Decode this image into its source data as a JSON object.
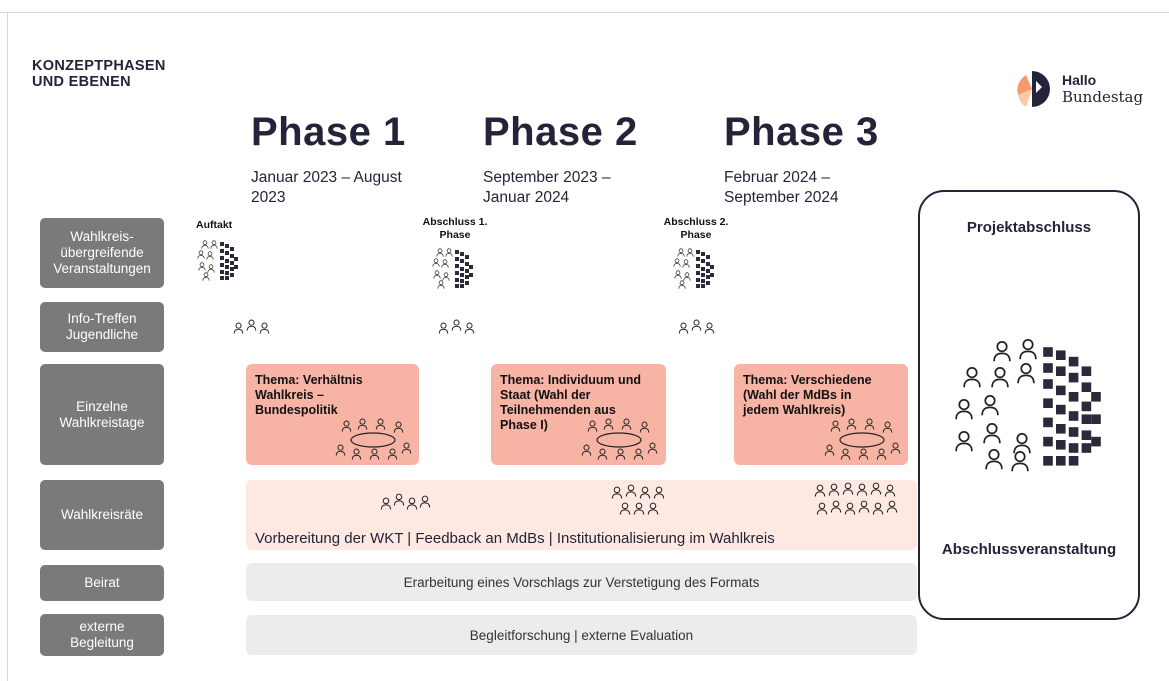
{
  "doc_title": "KONZEPTPHASEN\nUND EBENEN",
  "logo": {
    "line1": "Hallo",
    "line2": "Bundestag"
  },
  "phases": [
    {
      "title": "Phase 1",
      "dates": "Januar 2023 – August 2023"
    },
    {
      "title": "Phase 2",
      "dates": "September 2023 – Januar 2024"
    },
    {
      "title": "Phase 3",
      "dates": "Februar 2024 – September 2024"
    }
  ],
  "rows": {
    "wahlkreisuebergreifend": "Wahlkreis-\nübergreifende\nVeranstaltungen",
    "info_treffen": "Info-Treffen\nJugendliche",
    "wahlkreistage": "Einzelne\nWahlkreistage",
    "wahlkreisraete": "Wahlkreisräte",
    "beirat": "Beirat",
    "begleitung": "externe\nBegleitung"
  },
  "events": {
    "auftakt": "Auftakt",
    "abschluss1": "Abschluss 1.\nPhase",
    "abschluss2": "Abschluss 2.\nPhase"
  },
  "themes": [
    "Thema: Verhältnis\nWahlkreis –\nBundespolitik",
    "Thema: Individuum und\nStaat (Wahl der\nTeilnehmenden aus\nPhase I)",
    "Thema: Verschiedene\n(Wahl der MdBs in\njedem Wahlkreis)"
  ],
  "raete_text": "Vorbereitung der WKT  |  Feedback an MdBs  |  Institutionalisierung im Wahlkreis",
  "beirat_text": "Erarbeitung eines Vorschlags zur Verstetigung des Formats",
  "begleitung_text": "Begleitforschung | externe Evaluation",
  "final": {
    "top": "Projektabschluss",
    "bottom": "Abschlussveranstaltung"
  },
  "colors": {
    "navy": "#23243a",
    "label_grey": "#7a7a7a",
    "theme_salmon": "#f7b3a4",
    "raete_pink": "#fde8e2",
    "bar_grey": "#ececec",
    "logo_orange": "#f59a6b"
  },
  "icons": {
    "assembly": "parliament-assembly-icon",
    "small_group": "people-group-icon",
    "round_table": "round-table-icon"
  }
}
